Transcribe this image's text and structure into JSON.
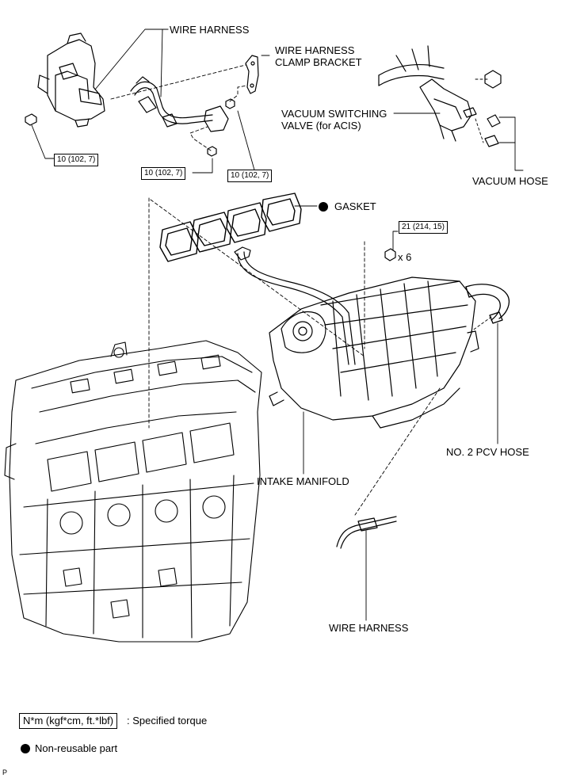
{
  "labels": {
    "wire_harness_top": "WIRE HARNESS",
    "clamp_bracket_line1": "WIRE HARNESS",
    "clamp_bracket_line2": "CLAMP BRACKET",
    "vsv_line1": "VACUUM SWITCHING",
    "vsv_line2": "VALVE (for ACIS)",
    "vacuum_hose": "VACUUM HOSE",
    "gasket": "GASKET",
    "bolt_count": "x 6",
    "intake_manifold": "INTAKE MANIFOLD",
    "pcv_hose": "NO. 2 PCV HOSE",
    "wire_harness_bottom": "WIRE HARNESS"
  },
  "torques": {
    "t1": "10 (102, 7)",
    "t2": "10 (102, 7)",
    "t3": "10 (102, 7)",
    "t4": "21 (214, 15)"
  },
  "legend": {
    "torque_unit": "N*m (kgf*cm, ft.*lbf)",
    "torque_desc": ": Specified torque",
    "nonreusable_desc": "Non-reusable part"
  },
  "corner_mark": "P"
}
